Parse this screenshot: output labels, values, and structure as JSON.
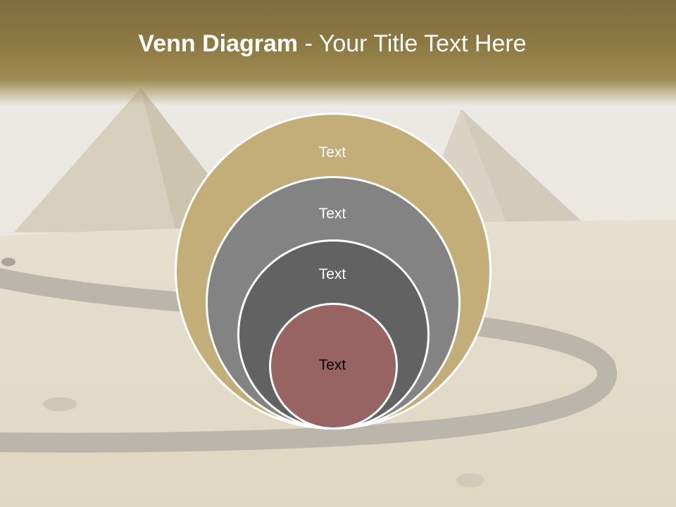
{
  "slide": {
    "title_bold": "Venn Diagram",
    "title_rest": " - Your Title Text Here"
  },
  "diagram": {
    "type": "nested-circles",
    "circles": [
      {
        "label": "Text",
        "color": "#c3ad78",
        "text_color": "#ffffff"
      },
      {
        "label": "Text",
        "color": "#838383",
        "text_color": "#ffffff"
      },
      {
        "label": "Text",
        "color": "#626262",
        "text_color": "#ffffff"
      },
      {
        "label": "Text",
        "color": "#986363",
        "text_color": "#000000"
      }
    ]
  },
  "colors": {
    "header_dark": "#7e6c3e",
    "header_light": "#a08b52",
    "sand": "#e4dccb",
    "road": "#b4b0a6"
  }
}
